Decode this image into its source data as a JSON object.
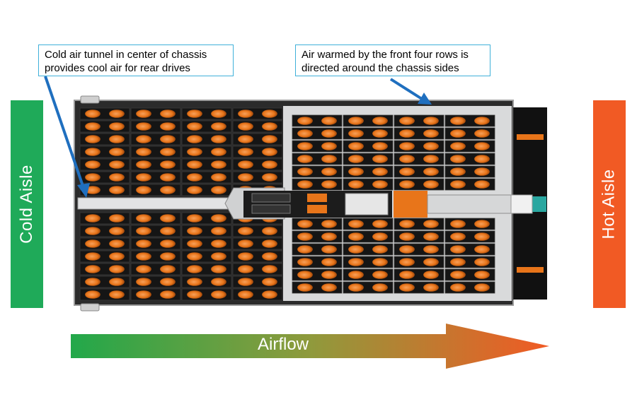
{
  "aisles": {
    "cold": {
      "label": "Cold Aisle",
      "color": "#1faa59"
    },
    "hot": {
      "label": "Hot Aisle",
      "color": "#f15a24"
    }
  },
  "callouts": {
    "left": "Cold air tunnel in center of chassis provides cool air for rear drives",
    "right": "Air warmed by the front four rows is directed around the chassis sides"
  },
  "airflow": {
    "label": "Airflow",
    "gradient_start": "#22a84a",
    "gradient_end": "#f15a24"
  },
  "colors": {
    "callout_border": "#3fb0d9",
    "pointer_arrow": "#1f6fbf",
    "drive_orange": "#e8751a",
    "chassis_dark": "#1a1a1a",
    "chassis_silver": "#d9dadb"
  }
}
